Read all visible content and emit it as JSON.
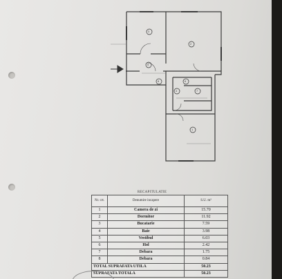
{
  "recap": {
    "title": "RECAPITULATIE",
    "header": {
      "nr": "Nr. crt.",
      "name": "Denumire incapere",
      "area": "S.U. m²"
    },
    "rows": [
      {
        "nr": "1",
        "name": "Camera de zi",
        "area": "15.70"
      },
      {
        "nr": "2",
        "name": "Dormitor",
        "area": "11.92"
      },
      {
        "nr": "3",
        "name": "Bucatarie",
        "area": "7.59"
      },
      {
        "nr": "4",
        "name": "Baie",
        "area": "3.98"
      },
      {
        "nr": "5",
        "name": "Vestibul",
        "area": "6.03"
      },
      {
        "nr": "6",
        "name": "Hol",
        "area": "2.42"
      },
      {
        "nr": "7",
        "name": "Debara",
        "area": "1.75"
      },
      {
        "nr": "8",
        "name": "Debara",
        "area": "0.84"
      }
    ],
    "total_useful": {
      "label": "TOTAL SUPRAFATA UTILA",
      "area": "50.23"
    },
    "total": {
      "label": "SUPRAFATA TOTALA",
      "area": "50.23"
    }
  },
  "plan": {
    "room_labels": [
      "1",
      "2",
      "3",
      "4",
      "5",
      "6",
      "7",
      "8"
    ]
  }
}
